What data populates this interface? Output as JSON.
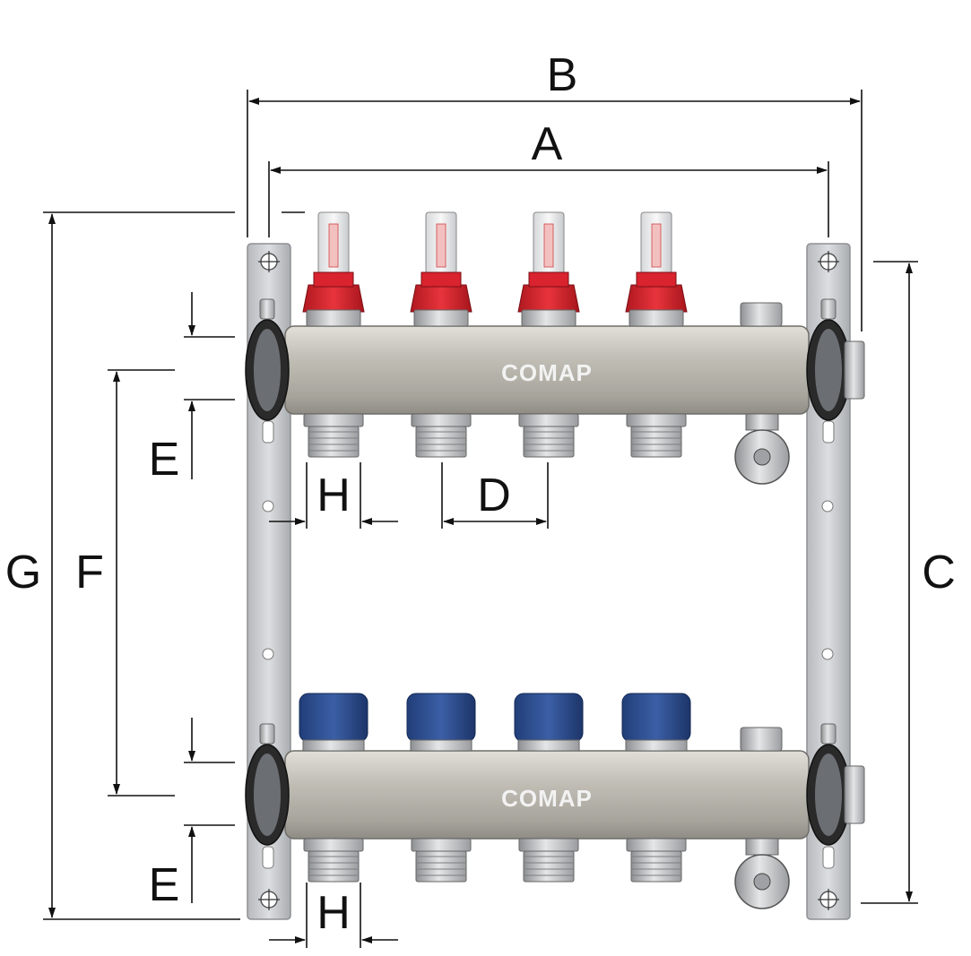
{
  "dimension_labels": {
    "A": "A",
    "B": "B",
    "C": "C",
    "D": "D",
    "E_top": "E",
    "E_bottom": "E",
    "F": "F",
    "G": "G",
    "H_top": "H",
    "H_bottom": "H"
  },
  "brand": {
    "top_bar": "COMAP",
    "bottom_bar": "COMAP"
  },
  "product": {
    "outlet_count": 4,
    "flow_meter_color": "#d9232e",
    "valve_cap_color": "#2b4a8c",
    "bar_color": "#b9b6ad",
    "bracket_color": "#c9ccd0"
  }
}
